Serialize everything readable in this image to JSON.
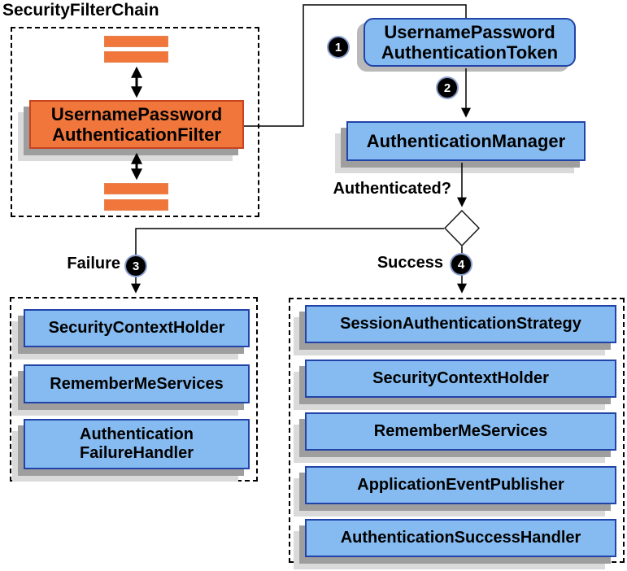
{
  "title": "SecurityFilterChain",
  "filter": {
    "line1": "UsernamePassword",
    "line2": "AuthenticationFilter"
  },
  "flow": {
    "token": {
      "line1": "UsernamePassword",
      "line2": "AuthenticationToken"
    },
    "manager": {
      "label": "AuthenticationManager"
    },
    "decision": {
      "label": "Authenticated?"
    },
    "steps": {
      "s1": "1",
      "s2": "2",
      "s3": "3",
      "s4": "4"
    },
    "failure": {
      "label": "Failure",
      "boxes": {
        "b1": {
          "line1": "SecurityContextHolder"
        },
        "b2": {
          "line1": "RememberMeServices"
        },
        "b3": {
          "line1": "Authentication",
          "line2": "FailureHandler"
        }
      }
    },
    "success": {
      "label": "Success",
      "boxes": {
        "b1": {
          "line1": "SessionAuthenticationStrategy"
        },
        "b2": {
          "line1": "SecurityContextHolder"
        },
        "b3": {
          "line1": "RememberMeServices"
        },
        "b4": {
          "line1": "ApplicationEventPublisher"
        },
        "b5": {
          "line1": "AuthenticationSuccessHandler"
        }
      }
    }
  },
  "colors": {
    "box_blue": "#85bbf0",
    "box_blue_border": "#2243a8",
    "box_orange": "#f0763c",
    "box_orange_border": "#c8431f",
    "shadow_dark": "#9e9e9e",
    "shadow_light": "#dadada",
    "badge_bg": "#000000",
    "badge_text": "#ffffff",
    "line": "#000000",
    "diamond_fill": "#ffffff"
  }
}
